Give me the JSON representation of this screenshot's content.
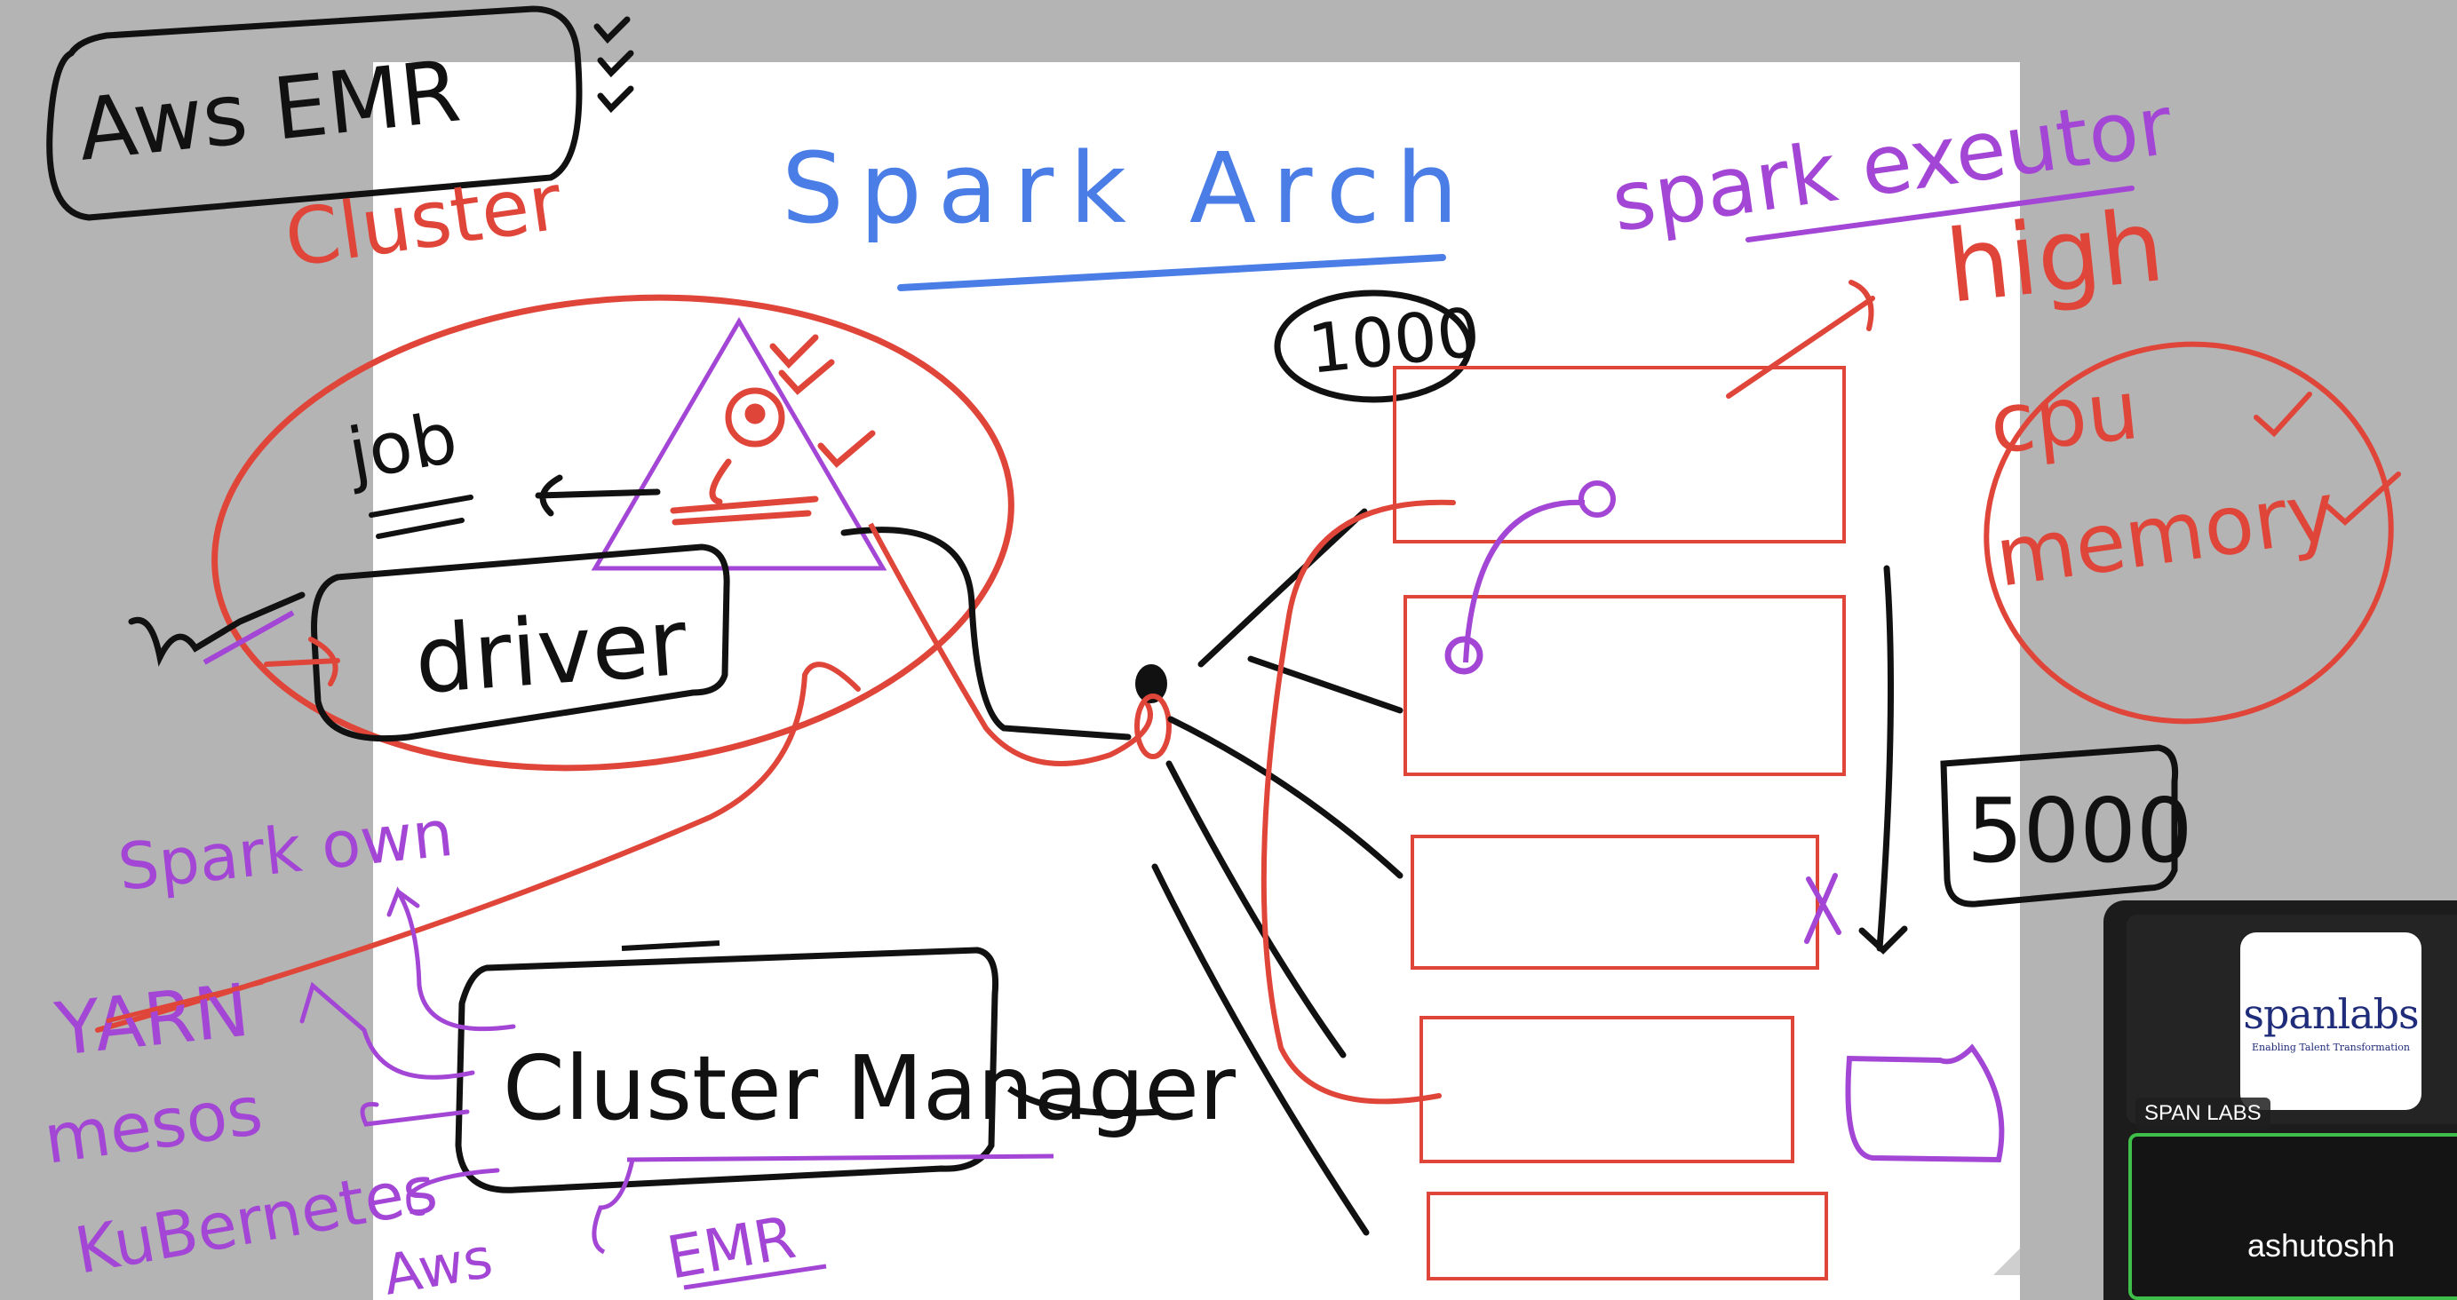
{
  "board": {
    "title": "Spark Arch",
    "aws_emr_label": "Aws EMR",
    "cluster_label": "Cluster",
    "driver_label": "driver",
    "job_label": "job",
    "cluster_manager_label": "Cluster Manager",
    "executor_label": "spark exeutor",
    "high_label": "high",
    "cpu_label": "cpu",
    "memory_label": "memory",
    "count_1000": "1000",
    "count_5000": "5000",
    "options": [
      "Spark own",
      "YARN",
      "mesos",
      "KuBernetes",
      "Aws"
    ],
    "emr_label": "EMR",
    "colors": {
      "ink_black": "#111111",
      "ink_red": "#e0453a",
      "ink_purple": "#a346d6",
      "ink_blue": "#4a7de6",
      "board_bg": "#ffffff",
      "app_bg": "#b4b4b4"
    }
  },
  "participants": [
    {
      "name": "SPAN LABS",
      "logo_text": "spanlabs",
      "tagline": "Enabling Talent Transformation"
    },
    {
      "name": "ashutoshh",
      "active_speaker": true
    }
  ]
}
